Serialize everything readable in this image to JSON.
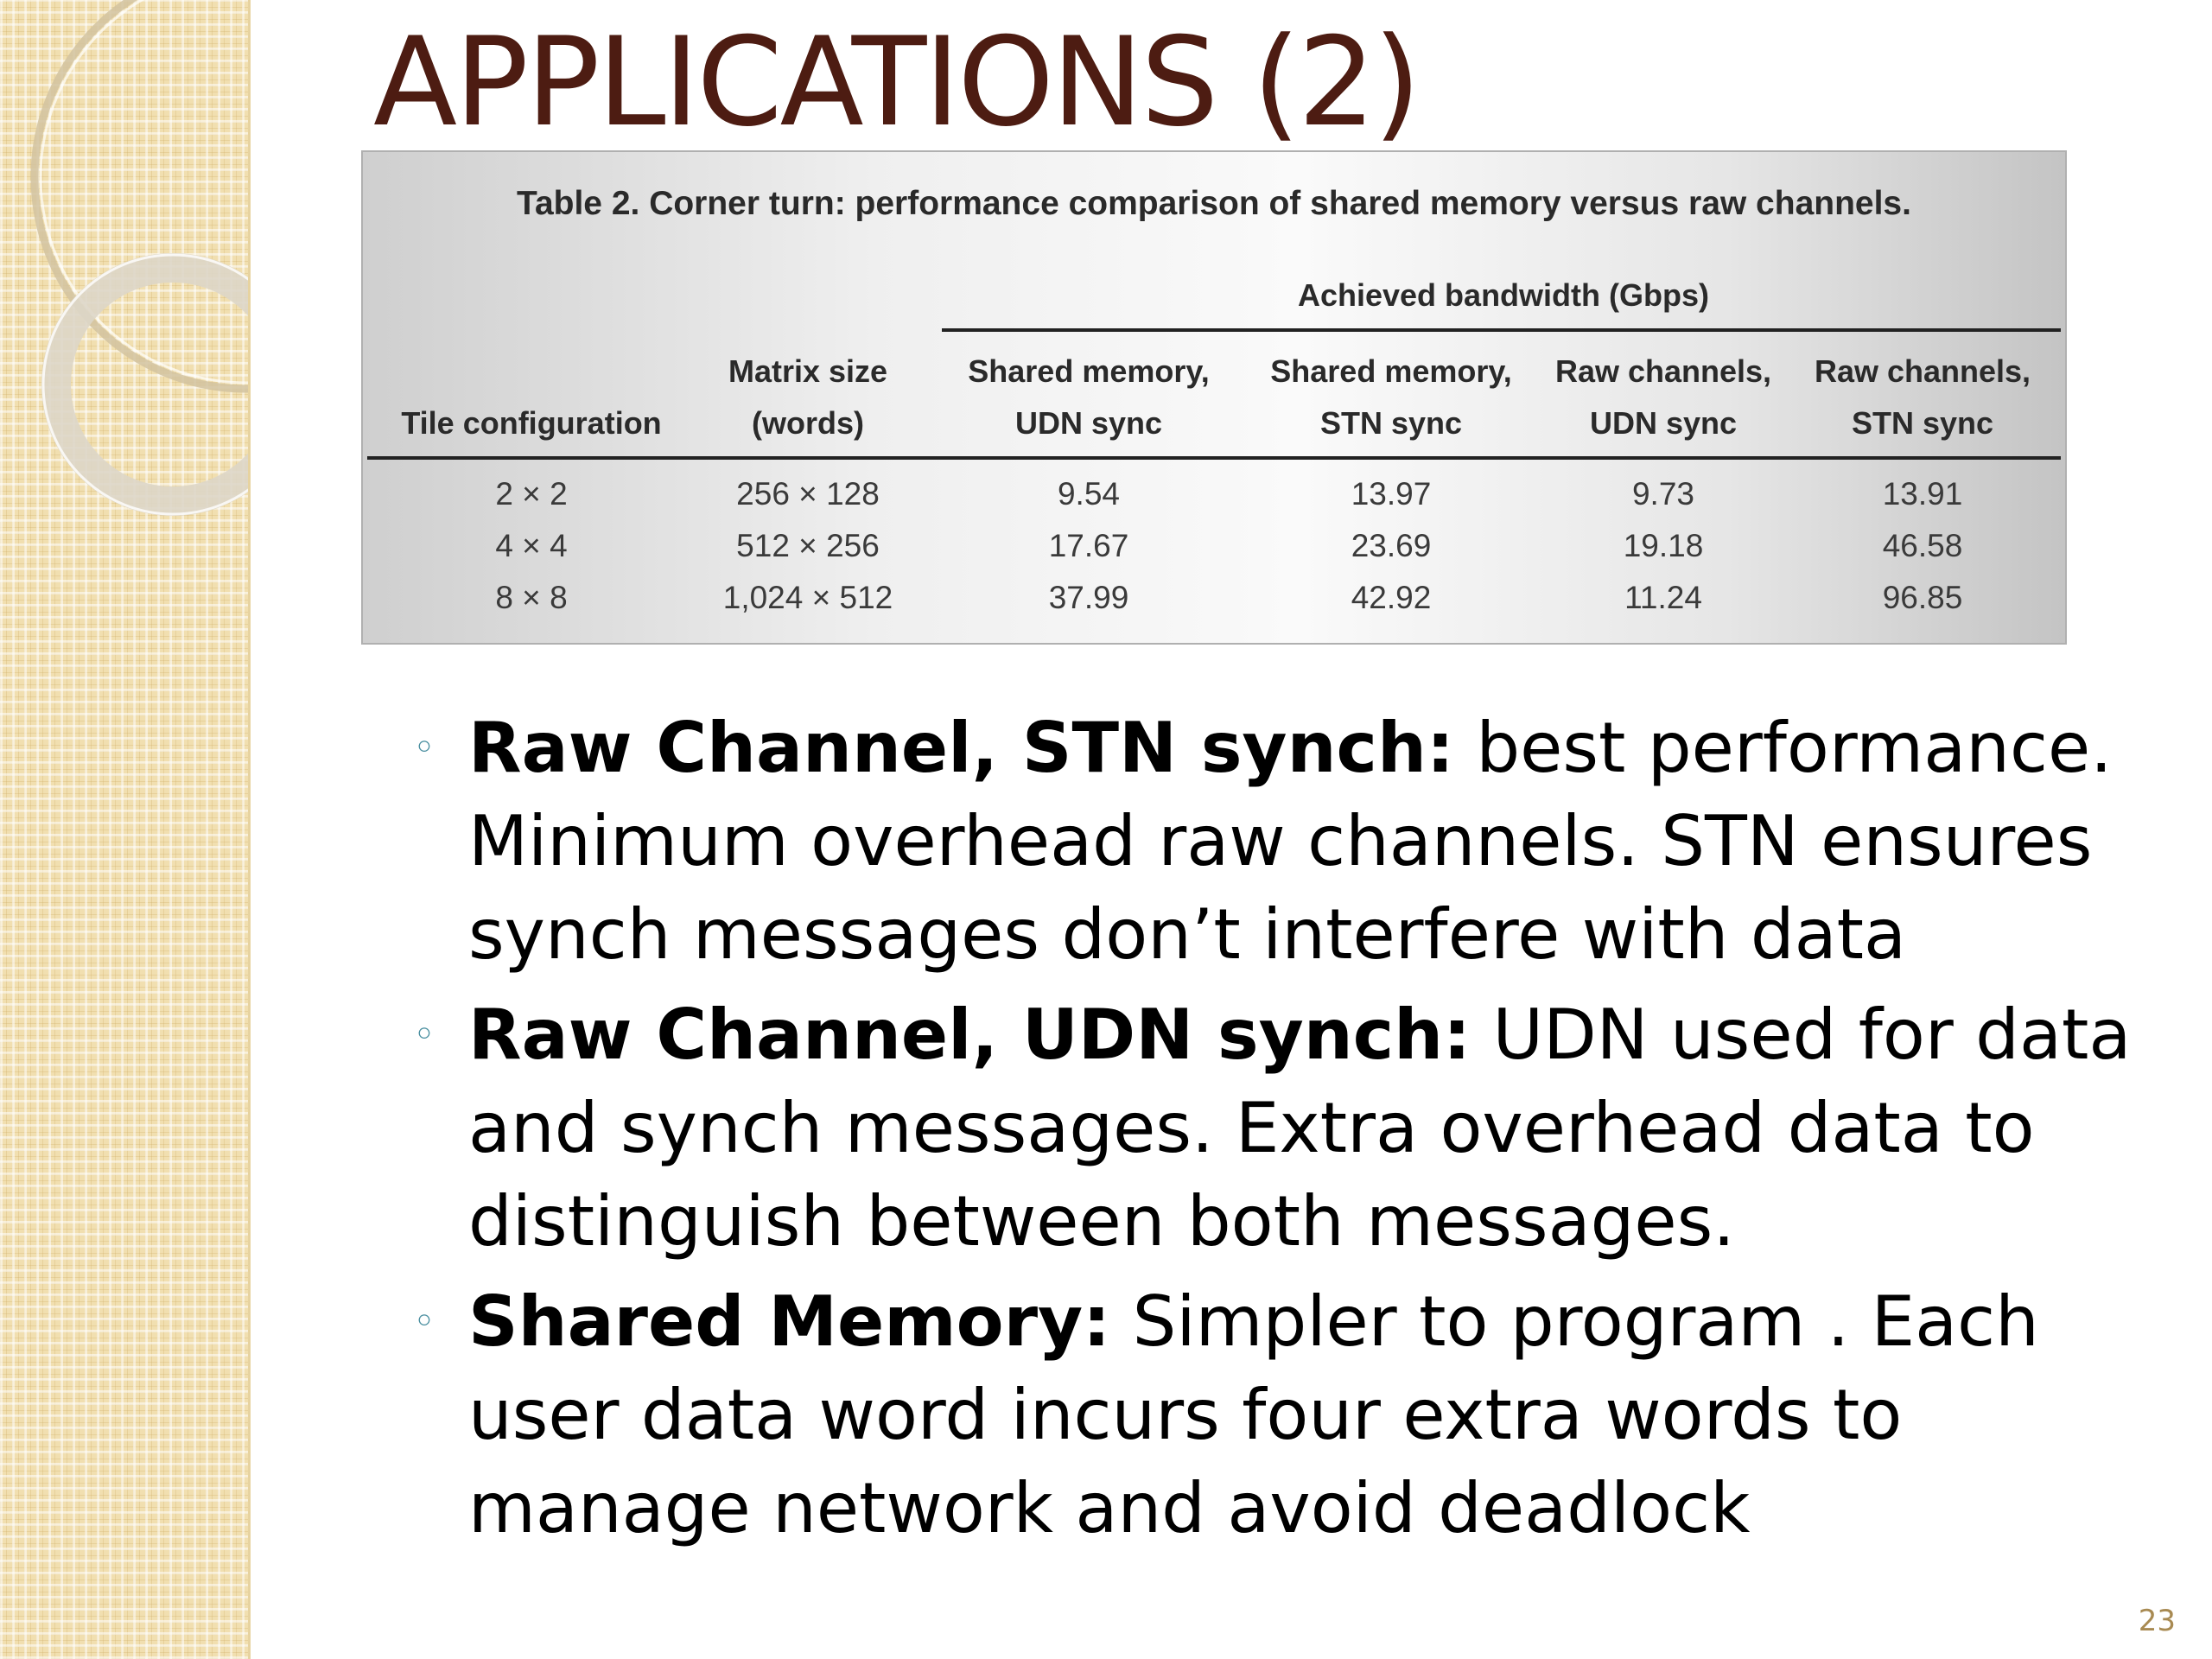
{
  "slide": {
    "title": "APPLICATIONS (2)",
    "page_number": "23"
  },
  "table": {
    "caption": "Table 2. Corner turn: performance comparison of shared memory versus raw channels.",
    "group_header": "Achieved bandwidth (Gbps)",
    "columns": [
      {
        "line1": "",
        "line2": "Tile configuration"
      },
      {
        "line1": "Matrix size",
        "line2": "(words)"
      },
      {
        "line1": "Shared memory,",
        "line2": "UDN sync"
      },
      {
        "line1": "Shared memory,",
        "line2": "STN sync"
      },
      {
        "line1": "Raw channels,",
        "line2": "UDN sync"
      },
      {
        "line1": "Raw channels,",
        "line2": "STN sync"
      }
    ],
    "rows": [
      [
        "2 × 2",
        "256 × 128",
        "9.54",
        "13.97",
        "9.73",
        "13.91"
      ],
      [
        "4 × 4",
        "512 × 256",
        "17.67",
        "23.69",
        "19.18",
        "46.58"
      ],
      [
        "8 × 8",
        "1,024 × 512",
        "37.99",
        "42.92",
        "11.24",
        "96.85"
      ]
    ]
  },
  "bullets": [
    {
      "marker": "◦",
      "lead": "Raw Channel, STN synch:",
      "text": " best performance. Minimum overhead raw channels. STN ensures synch messages don’t interfere with data"
    },
    {
      "marker": "◦",
      "lead": "Raw Channel, UDN synch:",
      "text": " UDN used for data and synch messages. Extra overhead data to distinguish between both messages."
    },
    {
      "marker": "◦",
      "lead": "Shared Memory:",
      "text": " Simpler to program . Each user data word incurs four extra words to manage network and avoid deadlock"
    }
  ],
  "colors": {
    "title": "#4d1c12",
    "bullet_marker": "#4a8fa0",
    "sidebar": "#f1dfb0",
    "page_number": "#a88a52"
  }
}
